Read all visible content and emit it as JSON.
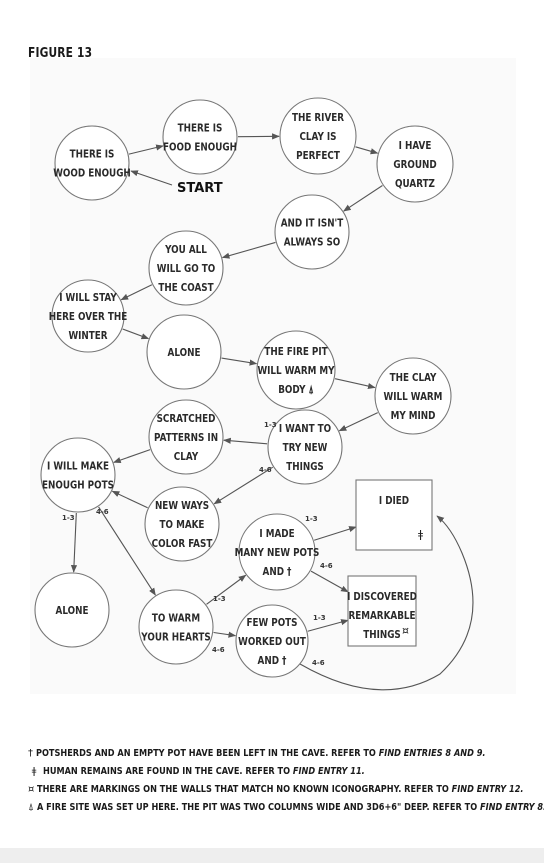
{
  "figure_title": "FIGURE 13",
  "start_label": "START",
  "nodes": [
    {
      "id": "wood",
      "lines": [
        "THERE IS",
        "WOOD ENOUGH"
      ],
      "symbol": ""
    },
    {
      "id": "food",
      "lines": [
        "THERE IS",
        "FOOD ENOUGH"
      ],
      "symbol": ""
    },
    {
      "id": "river",
      "lines": [
        "THE RIVER",
        "CLAY IS",
        "PERFECT"
      ],
      "symbol": ""
    },
    {
      "id": "quartz",
      "lines": [
        "I HAVE",
        "GROUND",
        "QUARTZ"
      ],
      "symbol": ""
    },
    {
      "id": "notalways",
      "lines": [
        "AND IT ISN'T",
        "ALWAYS SO"
      ],
      "symbol": ""
    },
    {
      "id": "coast",
      "lines": [
        "YOU ALL",
        "WILL GO TO",
        "THE COAST"
      ],
      "symbol": ""
    },
    {
      "id": "stay",
      "lines": [
        "I WILL STAY",
        "HERE OVER THE",
        "WINTER"
      ],
      "symbol": ""
    },
    {
      "id": "alone1",
      "lines": [
        "ALONE"
      ],
      "symbol": ""
    },
    {
      "id": "firepit",
      "lines": [
        "THE FIRE PIT",
        "WILL WARM MY",
        "BODY"
      ],
      "symbol": "⍋"
    },
    {
      "id": "warmmind",
      "lines": [
        "THE CLAY",
        "WILL WARM",
        "MY MIND"
      ],
      "symbol": ""
    },
    {
      "id": "trynew",
      "lines": [
        "I WANT TO",
        "TRY NEW",
        "THINGS"
      ],
      "symbol": ""
    },
    {
      "id": "scratched",
      "lines": [
        "SCRATCHED",
        "PATTERNS IN",
        "CLAY"
      ],
      "symbol": ""
    },
    {
      "id": "enoughpots",
      "lines": [
        "I WILL MAKE",
        "ENOUGH POTS"
      ],
      "symbol": ""
    },
    {
      "id": "newways",
      "lines": [
        "NEW WAYS",
        "TO MAKE",
        "COLOR FAST"
      ],
      "symbol": ""
    },
    {
      "id": "alone2",
      "lines": [
        "ALONE"
      ],
      "symbol": ""
    },
    {
      "id": "warmhearts",
      "lines": [
        "TO WARM",
        "YOUR HEARTS"
      ],
      "symbol": ""
    },
    {
      "id": "manypots",
      "lines": [
        "I MADE",
        "MANY NEW POTS",
        "AND"
      ],
      "symbol": "†"
    },
    {
      "id": "fewpots",
      "lines": [
        "FEW POTS",
        "WORKED OUT",
        "AND"
      ],
      "symbol": "†"
    },
    {
      "id": "died",
      "lines": [
        "I DIED"
      ],
      "symbol": "ǂ"
    },
    {
      "id": "discovered",
      "lines": [
        "I DISCOVERED",
        "REMARKABLE",
        "THINGS"
      ],
      "symbol": "¤"
    }
  ],
  "edge_labels": {
    "trynew_scratched": "1-3",
    "trynew_newways": "4-6",
    "enoughpots_alone": "1-3",
    "enoughpots_warmhearts": "4-6",
    "warmhearts_manypots": "1-3",
    "warmhearts_fewpots": "4-6",
    "manypots_died": "1-3",
    "manypots_discovered": "4-6",
    "fewpots_discovered": "1-3",
    "fewpots_died": "4-6"
  },
  "legend": [
    {
      "symbol": "†",
      "text": "POTSHERDS AND AN EMPTY POT HAVE BEEN LEFT IN THE CAVE. REFER TO ",
      "ref": "FIND ENTRIES 8 AND 9."
    },
    {
      "symbol": "ǂ",
      "text": "HUMAN REMAINS ARE FOUND IN THE CAVE. REFER TO ",
      "ref": "FIND ENTRY 11."
    },
    {
      "symbol": "¤",
      "text": "THERE ARE MARKINGS ON THE WALLS THAT MATCH NO KNOWN ICONOGRAPHY. REFER TO ",
      "ref": "FIND ENTRY 12."
    },
    {
      "symbol": "⍋",
      "text": "A FIRE SITE WAS SET UP HERE. THE PIT WAS TWO COLUMNS WIDE AND 3D6+6\" DEEP. REFER TO ",
      "ref": "FIND ENTRY 8."
    }
  ]
}
